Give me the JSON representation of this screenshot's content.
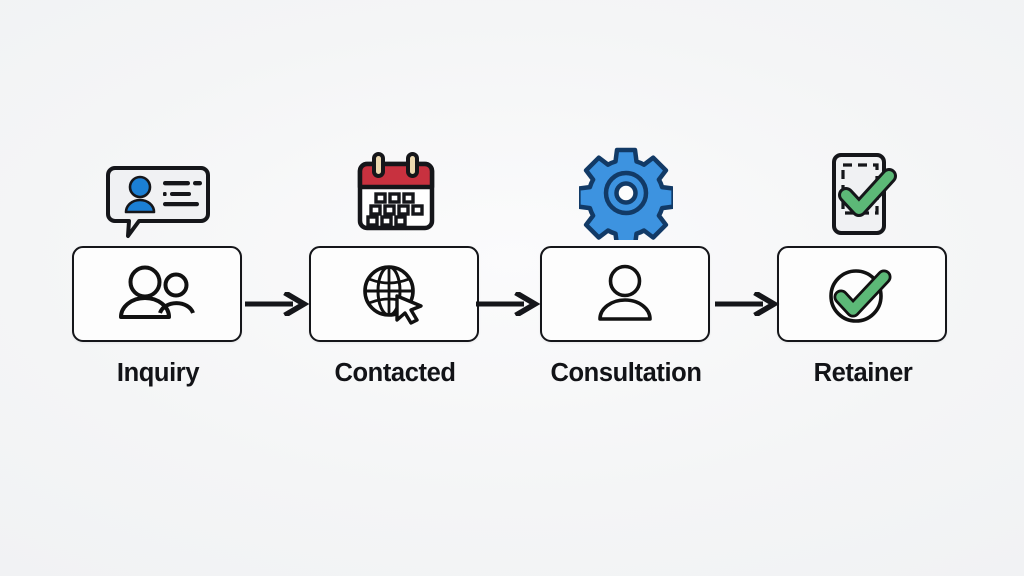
{
  "diagram": {
    "type": "horizontal-process-flow",
    "title": "",
    "background_color": "#f4f5f6",
    "node_border_color": "#15161a",
    "node_fill_color": "#fdfdfd",
    "label_color": "#121317",
    "arrow_color": "#15161a",
    "accent_colors": {
      "blue": "#3d93e0",
      "blue_dark": "#123a66",
      "red": "#c8313f",
      "green": "#5cb877",
      "cream": "#ecd9b0"
    },
    "stages": [
      {
        "label": "Inquiry",
        "card_icon": "two-people-icon",
        "badge_icon": "chat-bubble-contact-icon"
      },
      {
        "label": "Contacted",
        "card_icon": "globe-cursor-icon",
        "badge_icon": "calendar-icon"
      },
      {
        "label": "Consultation",
        "card_icon": "person-icon",
        "badge_icon": "gear-icon"
      },
      {
        "label": "Retainer",
        "card_icon": "circle-check-icon",
        "badge_icon": "document-check-icon"
      }
    ],
    "connectors": [
      {
        "from": "Inquiry",
        "to": "Contacted",
        "icon": "arrow-right-icon"
      },
      {
        "from": "Contacted",
        "to": "Consultation",
        "icon": "arrow-right-icon"
      },
      {
        "from": "Consultation",
        "to": "Retainer",
        "icon": "arrow-right-icon"
      }
    ]
  }
}
